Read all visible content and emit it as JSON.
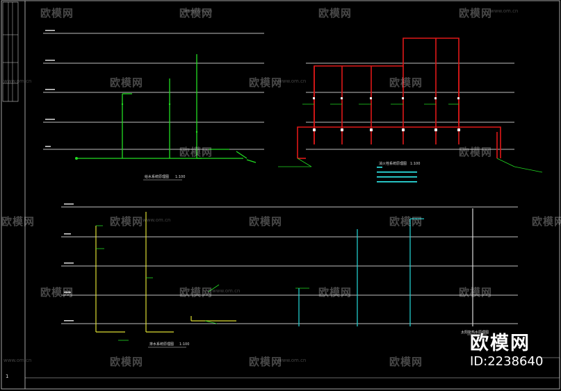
{
  "diagrams": {
    "water_supply_title": "给水系统原理图",
    "water_supply_scale": "1:100",
    "fire_title": "消火栓系统原理图",
    "fire_scale": "1:100",
    "drain_title": "排水系统原理图",
    "drain_scale": "1:100",
    "right_title": "太阳能热水原理图"
  },
  "brand": {
    "name": "欧模网",
    "id": "ID:2238640"
  },
  "watermark": {
    "name": "欧模网",
    "url": "www.om.cn"
  },
  "page_number": "1",
  "colors": {
    "background": "#000000",
    "floor_line": "#ffffff",
    "supply_pipe": "#22dd22",
    "fire_pipe": "#e01818",
    "drain_pipe": "#dddd33",
    "cyan_pipe": "#22cccc",
    "label_cyan": "#33ffff"
  }
}
